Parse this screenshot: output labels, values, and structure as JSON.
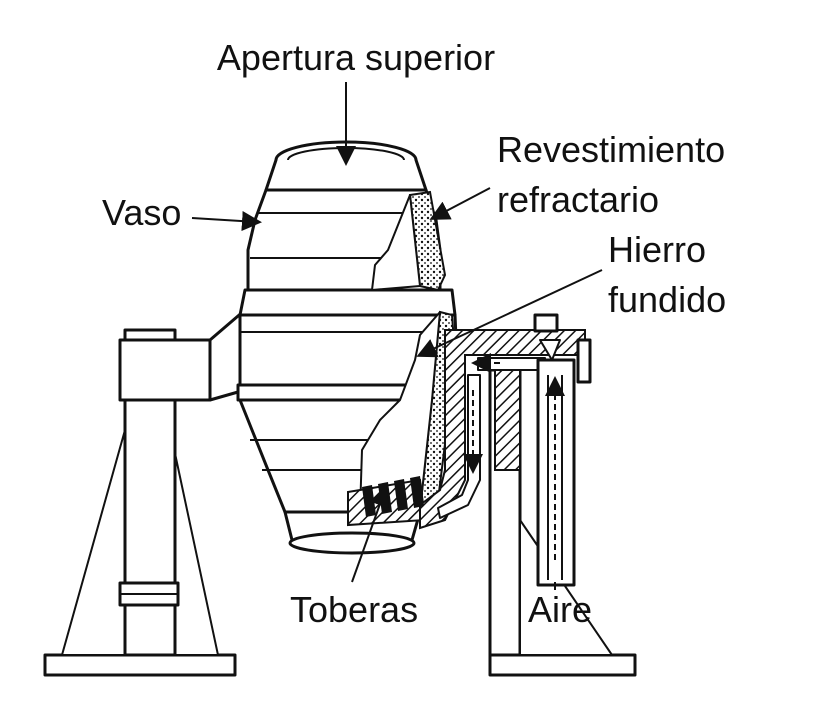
{
  "labels": {
    "top_opening": "Apertura superior",
    "refractory_1": "Revestimiento",
    "refractory_2": "refractario",
    "vessel": "Vaso",
    "iron_1": "Hierro",
    "iron_2": "fundido",
    "tuyeres": "Toberas",
    "air": "Aire"
  },
  "colors": {
    "ink": "#111111",
    "background": "#ffffff"
  }
}
